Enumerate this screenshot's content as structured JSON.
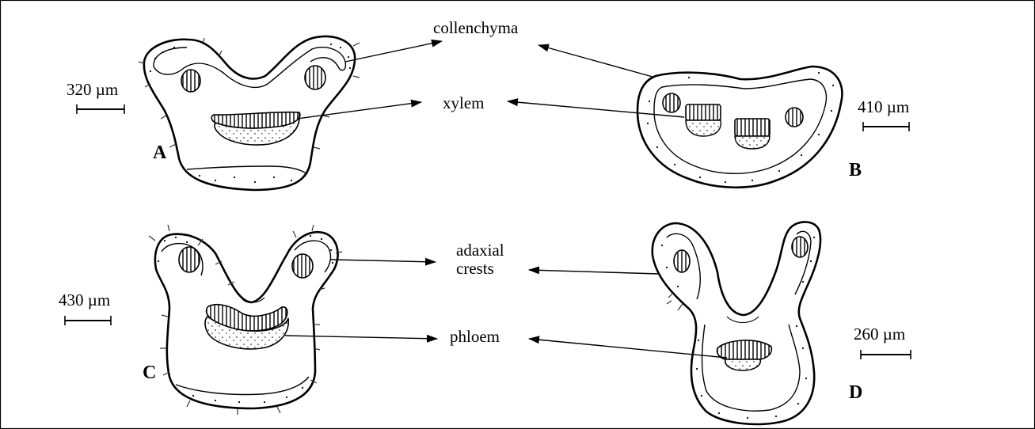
{
  "figure": {
    "labels": {
      "collenchyma": "collenchyma",
      "xylem": "xylem",
      "adaxial_line1": "adaxial",
      "adaxial_line2": "crests",
      "phloem": "phloem"
    },
    "panels": {
      "A": {
        "letter": "A",
        "scale": "320 µm"
      },
      "B": {
        "letter": "B",
        "scale": "410 µm"
      },
      "C": {
        "letter": "C",
        "scale": "430 µm"
      },
      "D": {
        "letter": "D",
        "scale": "260 µm"
      }
    },
    "colors": {
      "ink": "#000000",
      "background": "#ffffff",
      "frame": "#000000"
    }
  }
}
